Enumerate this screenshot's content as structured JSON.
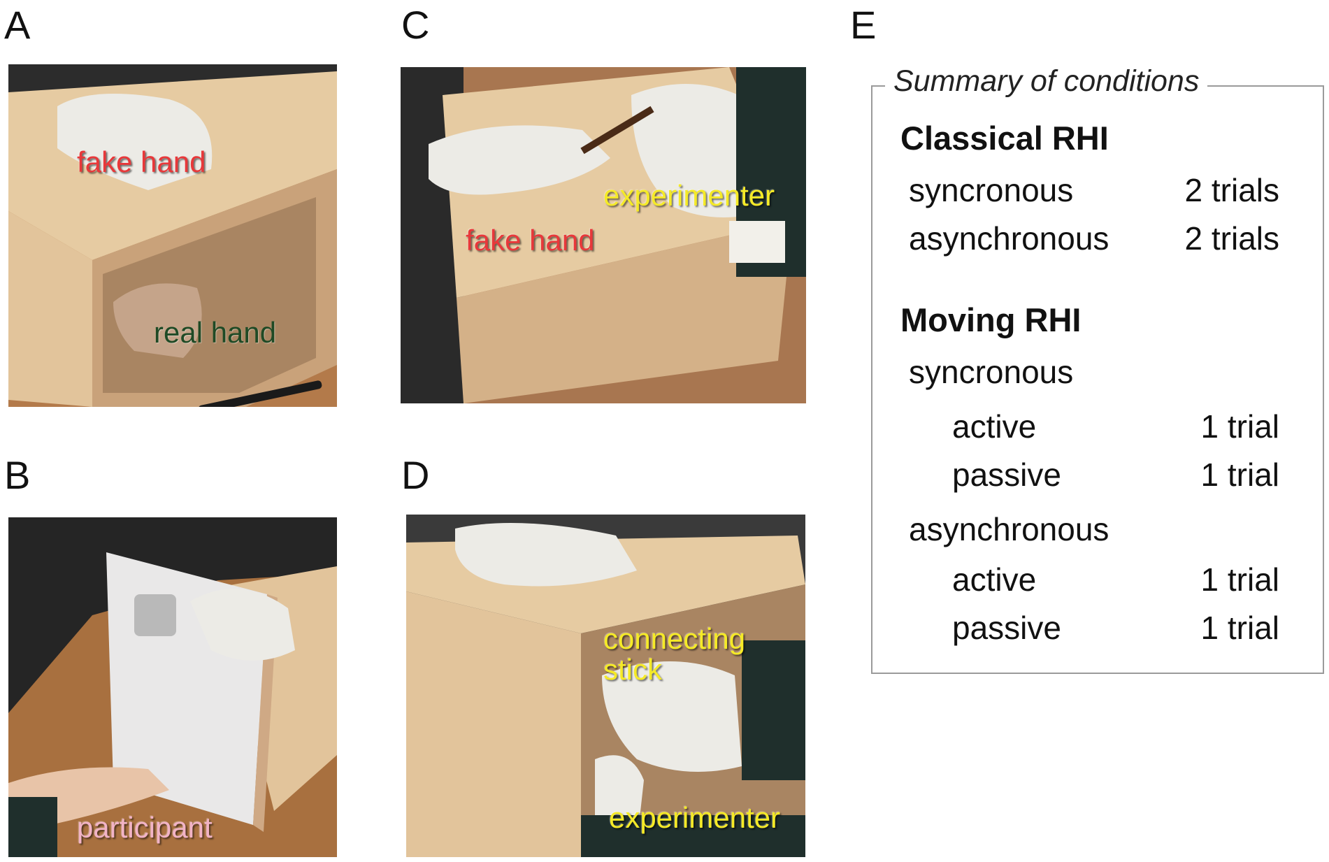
{
  "panels": {
    "a": {
      "letter": "A",
      "labels": {
        "fake_hand": "fake hand",
        "real_hand": "real hand"
      }
    },
    "b": {
      "letter": "B",
      "labels": {
        "participant": "participant"
      }
    },
    "c": {
      "letter": "C",
      "labels": {
        "experimenter": "experimenter",
        "fake_hand": "fake hand"
      }
    },
    "d": {
      "letter": "D",
      "labels": {
        "connecting_stick": "connecting\nstick",
        "experimenter": "experimenter"
      }
    },
    "e": {
      "letter": "E"
    }
  },
  "summary": {
    "title": "Summary of conditions",
    "classical": {
      "heading": "Classical RHI",
      "rows": [
        {
          "label": "syncronous",
          "value": "2 trials"
        },
        {
          "label": "asynchronous",
          "value": "2 trials"
        }
      ]
    },
    "moving": {
      "heading": "Moving RHI",
      "sync_label": "syncronous",
      "sync_rows": [
        {
          "label": "active",
          "value": "1 trial"
        },
        {
          "label": "passive",
          "value": "1 trial"
        }
      ],
      "async_label": "asynchronous",
      "async_rows": [
        {
          "label": "active",
          "value": "1 trial"
        },
        {
          "label": "passive",
          "value": "1 trial"
        }
      ]
    }
  },
  "colors": {
    "label_red": "#e8383a",
    "label_green": "#1f4a25",
    "label_yellow": "#f5ea27",
    "label_pink": "#f2b3c6",
    "box_tan": "#e2c49b",
    "table_wood": "#b37a4a",
    "glove_white": "#ecebe6"
  }
}
